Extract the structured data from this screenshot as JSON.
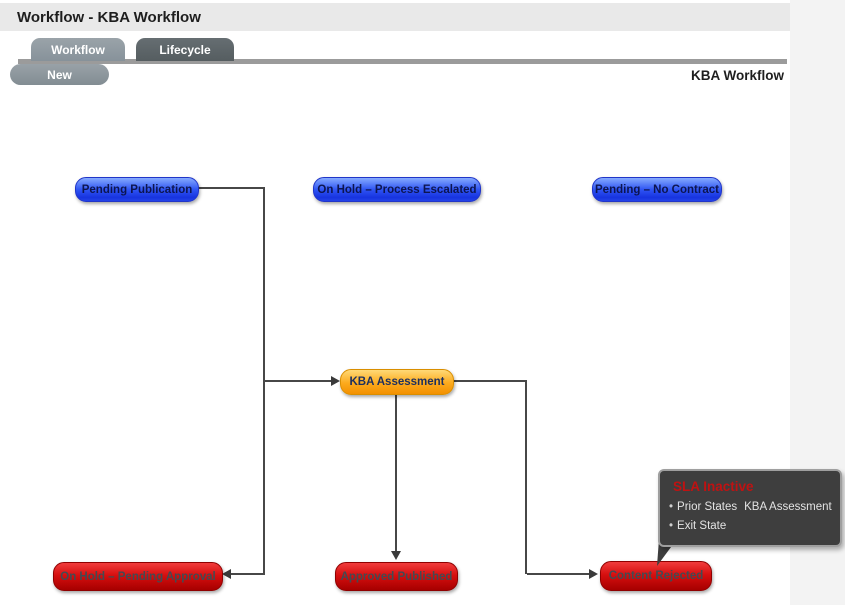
{
  "window": {
    "title": "Workflow - KBA Workflow"
  },
  "tabs": [
    {
      "label": "Workflow",
      "active": true
    },
    {
      "label": "Lifecycle",
      "active": false
    }
  ],
  "toolbar": {
    "new_label": "New"
  },
  "diagram": {
    "title": "KBA Workflow",
    "colors": {
      "pending_state": "#2f55f3",
      "current_state": "#fcaa1c",
      "exit_state": "#d60f0f",
      "connector": "#474747"
    },
    "nodes": [
      {
        "id": "pending-publication",
        "label": "Pending Publication",
        "status": "blue"
      },
      {
        "id": "on-hold-process-escalated",
        "label": "On Hold – Process Escalated",
        "status": "blue"
      },
      {
        "id": "pending-no-contract",
        "label": "Pending – No Contract",
        "status": "blue"
      },
      {
        "id": "kba-assessment",
        "label": "KBA Assessment",
        "status": "orange"
      },
      {
        "id": "on-hold-pending-approval",
        "label": "On Hold – Pending Approval",
        "status": "red"
      },
      {
        "id": "approved-published",
        "label": "Approved Published",
        "status": "red"
      },
      {
        "id": "content-rejected",
        "label": "Content Rejected",
        "status": "red"
      }
    ]
  },
  "tooltip": {
    "title": "SLA Inactive",
    "title_color": "#bf1212",
    "items": [
      {
        "label": "Prior States",
        "value": "KBA Assessment"
      },
      {
        "label": "Exit State",
        "value": ""
      }
    ]
  }
}
